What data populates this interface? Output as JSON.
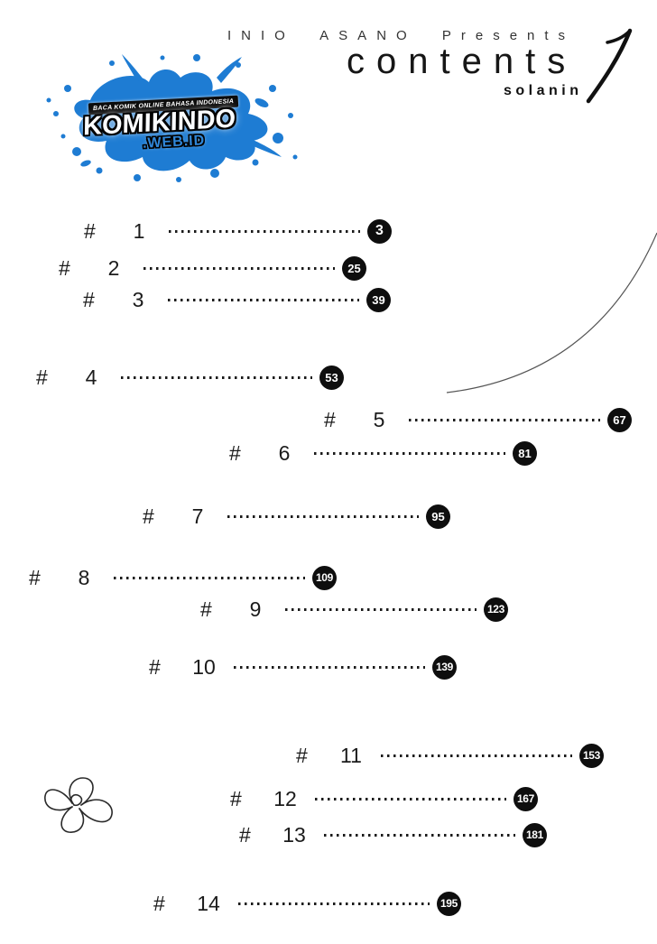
{
  "header": {
    "presents_line": "INIO ASANO Presents",
    "title": "contents",
    "volume_number": "1",
    "series_title": "solanin"
  },
  "watermark": {
    "tagline": "BACA KOMIK ONLINE BAHASA INDONESIA",
    "site_name": "KOMIKINDO",
    "site_domain": ".WEB.ID"
  },
  "colors": {
    "splatter_blue": "#1e7cd3",
    "badge_background": "#0e0e0e",
    "badge_text": "#ffffff",
    "page_background": "#ffffff",
    "ink": "#1b1b1b"
  },
  "toc": {
    "hash_symbol": "#",
    "chapters": [
      {
        "number": "1",
        "page": "3"
      },
      {
        "number": "2",
        "page": "25"
      },
      {
        "number": "3",
        "page": "39"
      },
      {
        "number": "4",
        "page": "53"
      },
      {
        "number": "5",
        "page": "67"
      },
      {
        "number": "6",
        "page": "81"
      },
      {
        "number": "7",
        "page": "95"
      },
      {
        "number": "8",
        "page": "109"
      },
      {
        "number": "9",
        "page": "123"
      },
      {
        "number": "10",
        "page": "139"
      },
      {
        "number": "11",
        "page": "153"
      },
      {
        "number": "12",
        "page": "167"
      },
      {
        "number": "13",
        "page": "181"
      },
      {
        "number": "14",
        "page": "195"
      }
    ]
  }
}
